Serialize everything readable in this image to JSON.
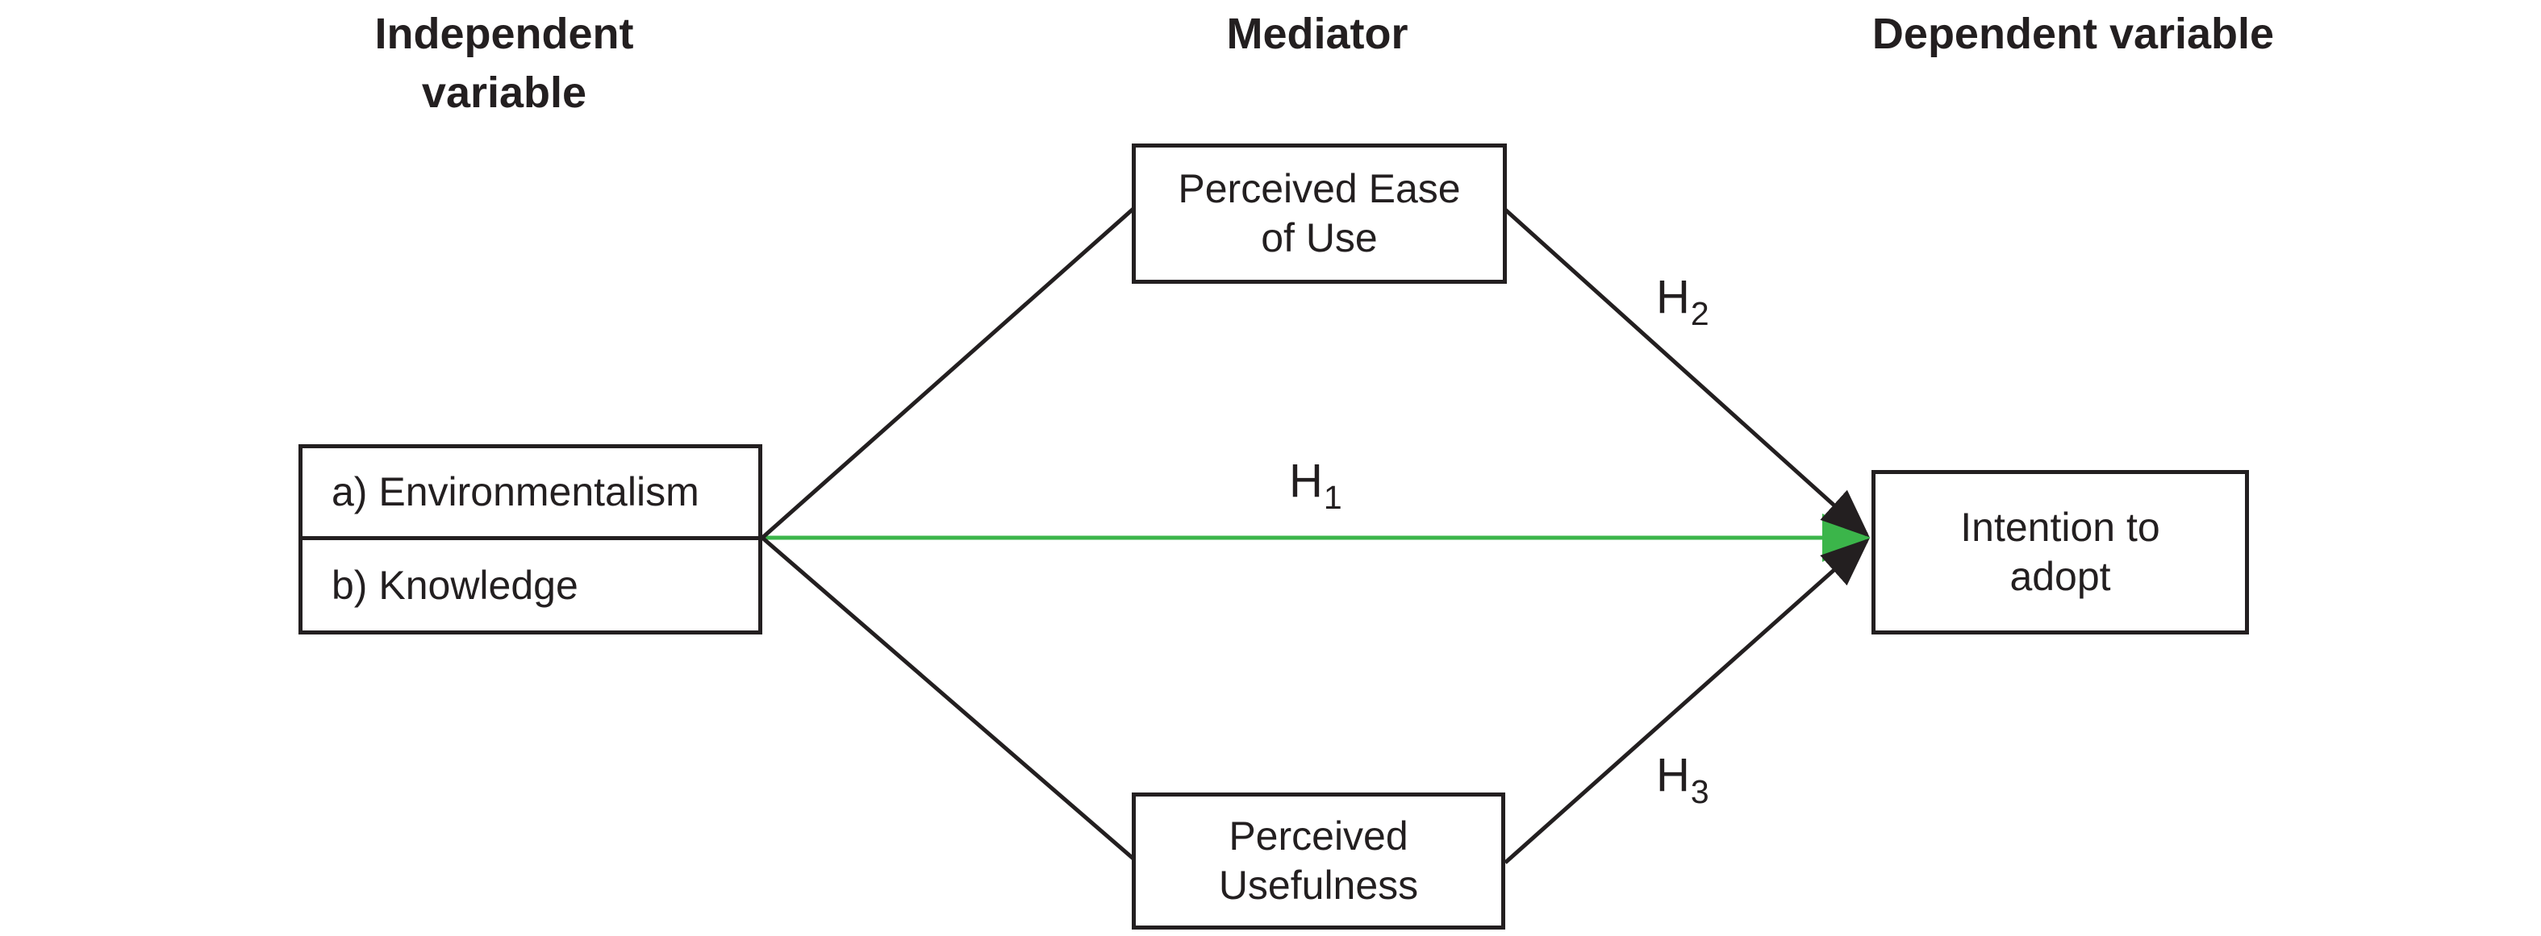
{
  "headers": {
    "independent": "Independent variable",
    "mediator": "Mediator",
    "dependent": "Dependent variable"
  },
  "nodes": {
    "independent": {
      "items": [
        {
          "label": "a) Environmentalism"
        },
        {
          "label": "b) Knowledge"
        }
      ]
    },
    "mediators": [
      {
        "label": "Perceived Ease of Use"
      },
      {
        "label": "Perceived Usefulness"
      }
    ],
    "dependent": {
      "label": "Intention to adopt"
    }
  },
  "hypotheses": {
    "h1": {
      "base": "H",
      "sub": "1"
    },
    "h2": {
      "base": "H",
      "sub": "2"
    },
    "h3": {
      "base": "H",
      "sub": "3"
    }
  },
  "colors": {
    "line_black": "#231f20",
    "direct_path_green": "#3bb54a"
  }
}
